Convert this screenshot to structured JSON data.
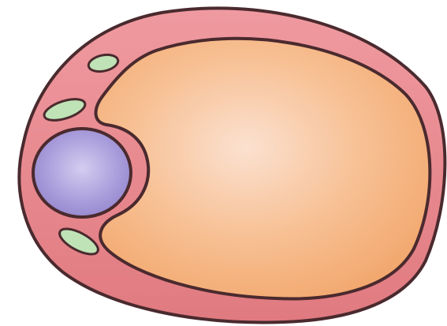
{
  "figure": {
    "subject": "adipocyte",
    "parts": [
      {
        "part": "cell-membrane-cytoplasm",
        "color": "#e88a8e"
      },
      {
        "part": "lipid-droplet",
        "color": "#f5b07a"
      },
      {
        "part": "nucleus",
        "color": "#a99ad8"
      },
      {
        "part": "organelle",
        "color": "#b8e0b0"
      }
    ],
    "outline_color": "#4a2a2e",
    "organelle_count": 3
  }
}
